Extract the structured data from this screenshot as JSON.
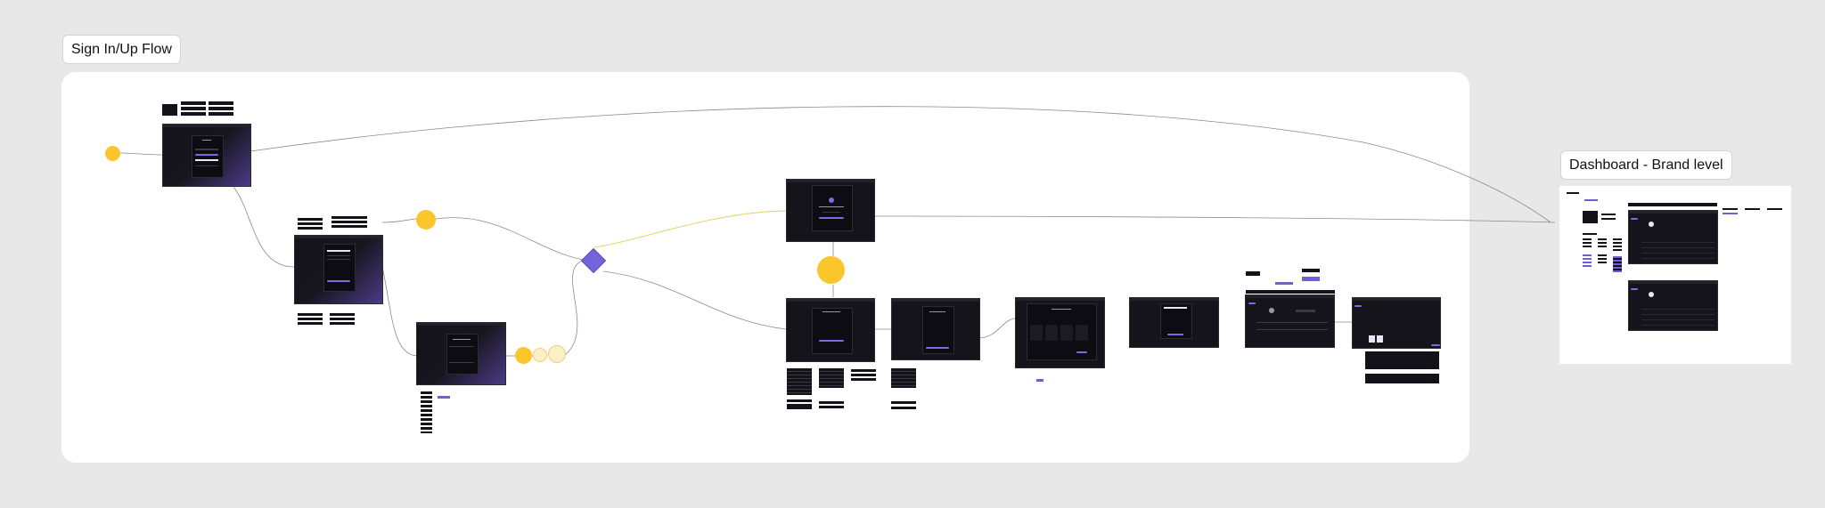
{
  "sections": {
    "signin_label": "Sign In/Up Flow",
    "dashboard_label": "Dashboard - Brand level"
  },
  "colors": {
    "background": "#e8e8e8",
    "canvas": "#ffffff",
    "frame": "#15141b",
    "accent": "#7c6ae0",
    "node": "#fbc52c",
    "decision": "#7264d9",
    "connector_gray": "#8a8a8a",
    "connector_yellow": "#e6cf62"
  },
  "icons": {
    "flow_node": "start-node-circle",
    "decision": "decision-diamond"
  }
}
